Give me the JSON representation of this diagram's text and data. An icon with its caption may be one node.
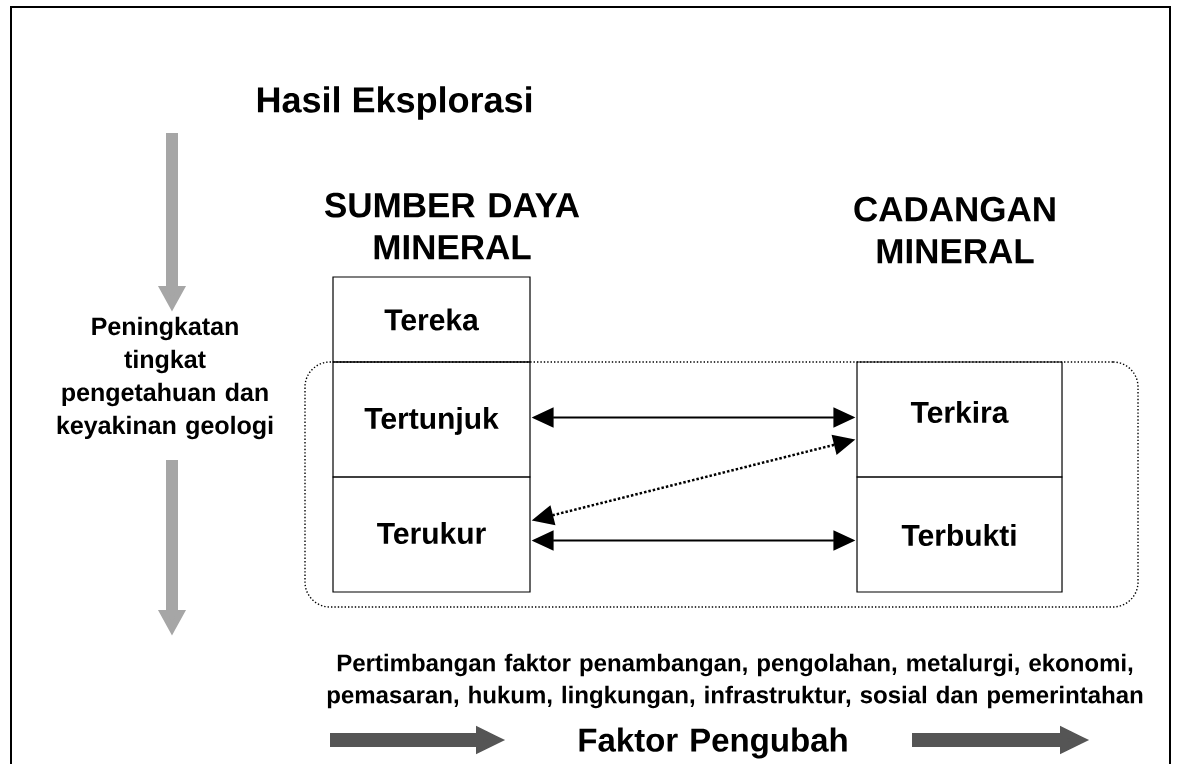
{
  "diagram": {
    "title": "Hasil Eksplorasi",
    "nodes": [
      {
        "text": [
          "Tereka"
        ]
      },
      {
        "text": [],
        "shape": "box"
      },
      {
        "text": [
          "Tertunjuk"
        ],
        "in": 1
      },
      {
        "text": [
          "Terkira"
        ],
        "in": 1
      },
      {
        "text": [
          "Terukur"
        ],
        "in": 1
      },
      {
        "text": [
          "Terbukti"
        ],
        "in": 1
      }
    ],
    "edges": [
      {
        "from": 2,
        "to": 3,
        "arrow": "both"
      },
      {
        "from": 4,
        "to": 3,
        "arrow": "both",
        "style": "dashed"
      },
      {
        "from": 4,
        "to": 5,
        "arrow": "both"
      }
    ],
    "labels": [
      "SUMBER DAYA MINERAL",
      "CADANGAN MINERAL",
      "Peningkatan tingkat pengetahuan dan keyakinan geologi",
      "Pertimbangan faktor penambangan, pengolahan, metalurgi, ekonomi, pemasaran, hukum, lingkungan, infrastruktur, sosial dan pemerintahan",
      "Faktor Pengubah"
    ]
  }
}
